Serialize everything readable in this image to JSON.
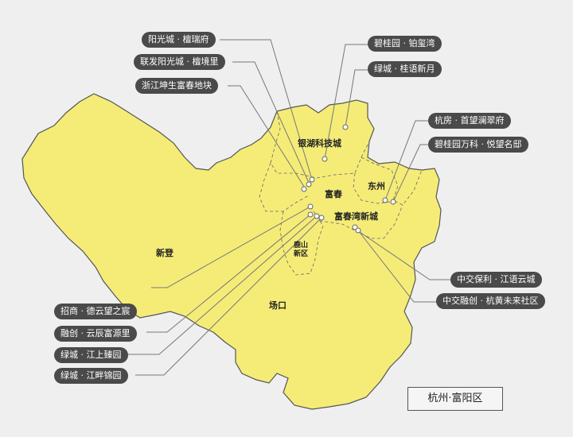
{
  "map_title": "杭州·富阳区",
  "colors": {
    "background": "#efefef",
    "land": "#f5ec78",
    "border": "#555555",
    "district_line": "#666666",
    "label_bg": "#4a4a4a",
    "label_text": "#ffffff"
  },
  "regions": [
    {
      "id": "xindeng",
      "name": "新登"
    },
    {
      "id": "yinhu",
      "name": "银湖科技城"
    },
    {
      "id": "fuchun",
      "name": "富春"
    },
    {
      "id": "dongzhou",
      "name": "东州"
    },
    {
      "id": "fuchunwan",
      "name": "富春湾新城"
    },
    {
      "id": "lushan",
      "name": "鹿山新区"
    },
    {
      "id": "changkou",
      "name": "场口"
    }
  ],
  "projects": [
    {
      "id": "p1",
      "name": "阳光城 · 檀瑞府"
    },
    {
      "id": "p2",
      "name": "联发阳光城 · 檀境里"
    },
    {
      "id": "p3",
      "name": "浙江坤生富春地块"
    },
    {
      "id": "p4",
      "name": "碧桂园 · 铂玺湾"
    },
    {
      "id": "p5",
      "name": "绿城 · 桂语新月"
    },
    {
      "id": "p6",
      "name": "杭房 · 首望澜翠府"
    },
    {
      "id": "p7",
      "name": "碧桂园万科 · 悦望名邸"
    },
    {
      "id": "p8",
      "name": "中交保利 · 江语云城"
    },
    {
      "id": "p9",
      "name": "中交融创 · 杭黄未来社区"
    },
    {
      "id": "p10",
      "name": "招商 · 德云望之宸"
    },
    {
      "id": "p11",
      "name": "融创 · 云辰富源里"
    },
    {
      "id": "p12",
      "name": "绿城 · 江上臻园"
    },
    {
      "id": "p13",
      "name": "绿城 · 江畔锦园"
    }
  ]
}
